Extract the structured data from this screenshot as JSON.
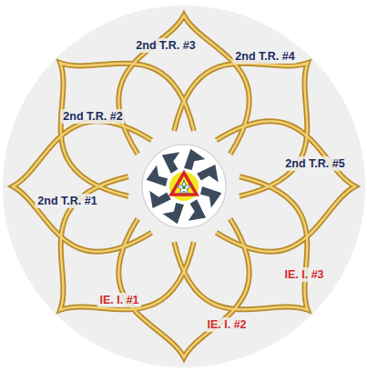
{
  "diagram": {
    "labels": [
      "2nd T.R. #3",
      "2nd T.R. #4",
      "2nd T.R. #2",
      "2nd T.R. #5",
      "2nd T.R. #1",
      "IE. I. #3",
      "IE. I. #1",
      "IE. I. #2"
    ]
  }
}
